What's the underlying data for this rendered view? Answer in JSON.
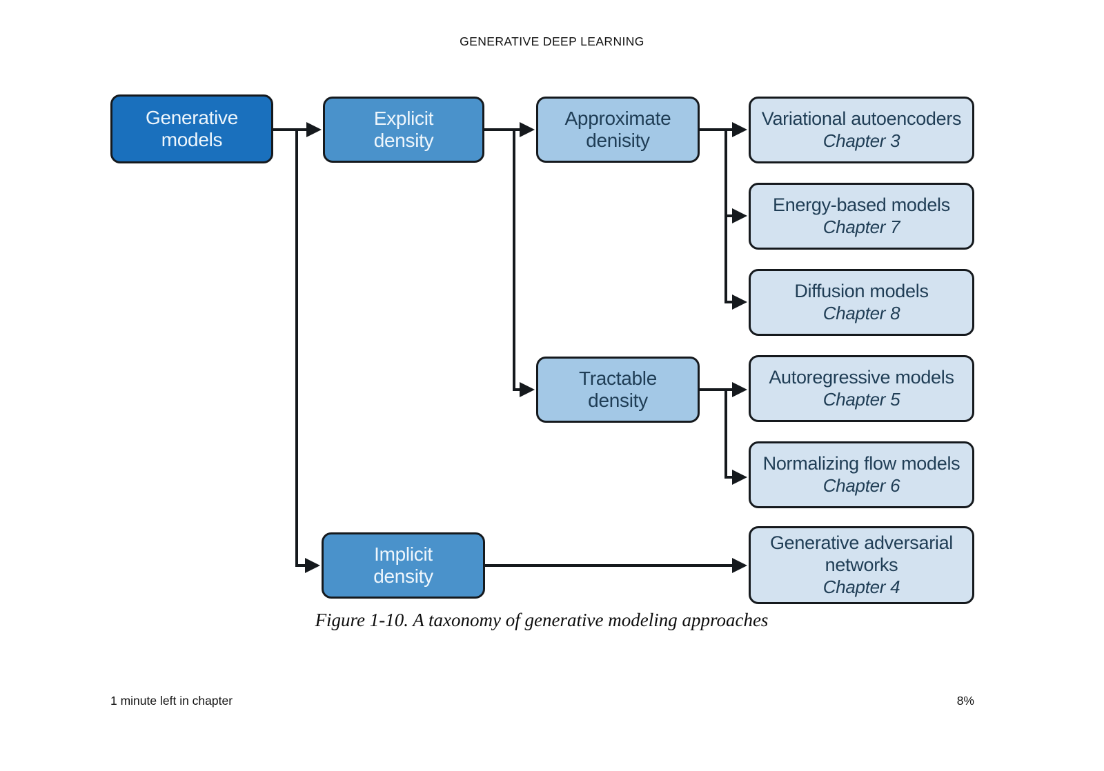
{
  "header": {
    "title": "GENERATIVE DEEP LEARNING"
  },
  "diagram": {
    "nodes": {
      "generative": {
        "label": "Generative\nmodels"
      },
      "explicit": {
        "label": "Explicit\ndensity"
      },
      "approximate": {
        "label": "Approximate\ndenisity"
      },
      "tractable": {
        "label": "Tractable\ndensity"
      },
      "implicit": {
        "label": "Implicit\ndensity"
      }
    },
    "leaves": [
      {
        "title": "Variational autoencoders",
        "chapter": "Chapter 3"
      },
      {
        "title": "Energy-based models",
        "chapter": "Chapter 7"
      },
      {
        "title": "Diffusion models",
        "chapter": "Chapter 8"
      },
      {
        "title": "Autoregressive models",
        "chapter": "Chapter 5"
      },
      {
        "title": "Normalizing flow models",
        "chapter": "Chapter 6"
      },
      {
        "title": "Generative adversarial\nnetworks",
        "chapter": "Chapter 4"
      }
    ]
  },
  "caption": "Figure 1-10. A taxonomy of generative modeling approaches",
  "footer": {
    "time_left": "1 minute left in chapter",
    "progress": "8%"
  },
  "colors": {
    "root_fill": "#1a70bd",
    "mid_fill": "#4a92cb",
    "sub_fill": "#a3c8e6",
    "leaf_fill": "#d3e2f0",
    "node_border": "#15191d",
    "connector": "#15191d",
    "light_text": "#eef6fc",
    "dark_text": "#1f3d55",
    "page_text": "#111111"
  }
}
